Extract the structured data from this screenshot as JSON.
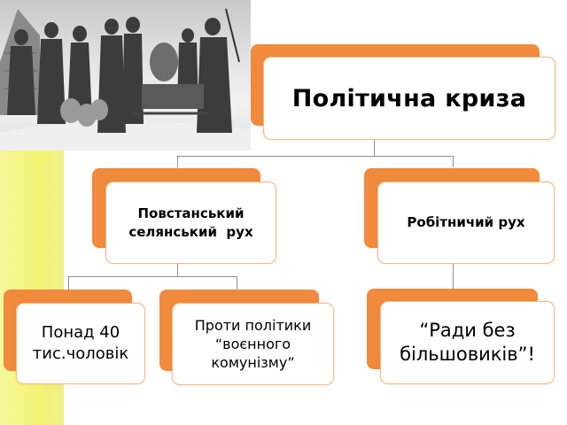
{
  "root": {
    "label": "Політична криза"
  },
  "branches": [
    {
      "label_line1": "Повстанський",
      "label_line2": "селянський  рух",
      "children": [
        {
          "line1": "Понад 40",
          "line2": "тис.чоловік"
        },
        {
          "line1": "Проти політики",
          "line2": "“воєнного",
          "line3": "комунізму”"
        }
      ]
    },
    {
      "label": "Робітничий рух",
      "children": [
        {
          "line1": "“Ради без",
          "line2": "більшовиків”!"
        }
      ]
    }
  ],
  "colors": {
    "accent": "#f08a3c",
    "highlight_band": "#f3f473",
    "connector": "#8f8f8f"
  },
  "image": {
    "subject": "historical-illustration"
  }
}
